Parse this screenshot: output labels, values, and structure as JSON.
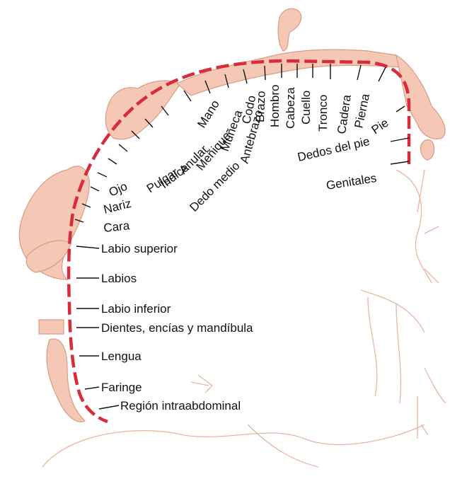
{
  "labels": {
    "dedos_del_pie": "Dedos del pie",
    "genitales": "Genitales",
    "pie": "Pie",
    "pierna": "Pierna",
    "cadera": "Cadera",
    "tronco": "Tronco",
    "cuello": "Cuello",
    "cabeza": "Cabeza",
    "hombro": "Hombro",
    "brazo": "Brazo",
    "codo": "Codo",
    "antebrazo": "Antebrazo",
    "muneca": "Muñeca",
    "mano": "Mano",
    "menique": "Meñique",
    "anular": "Anular",
    "dedo_medio": "Dedo medio",
    "indice": "Índice",
    "pulgar": "Pulgar",
    "ojo": "Ojo",
    "nariz": "Nariz",
    "cara": "Cara",
    "labio_superior": "Labio superior",
    "labios": "Labios",
    "labio_inferior": "Labio inferior",
    "dientes": "Dientes, encías y mandíbula",
    "lengua": "Lengua",
    "faringe": "Faringe",
    "region_intraabdominal": "Región intraabdominal"
  },
  "colors": {
    "cortex_dash": "#d92b3a",
    "figure_skin": "#f4c8b4",
    "figure_outline": "#d99b86",
    "label_text": "#111111"
  }
}
